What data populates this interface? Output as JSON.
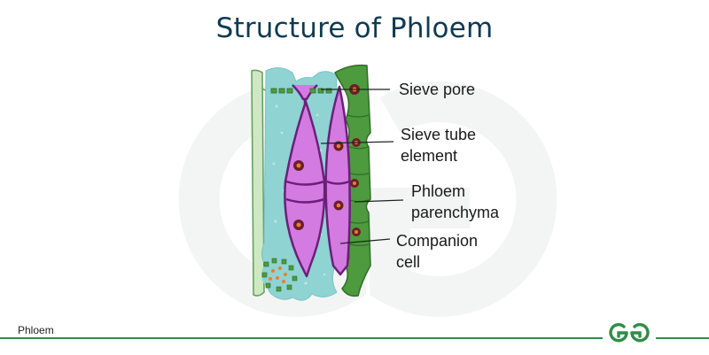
{
  "title": "Structure of Phloem",
  "labels": {
    "sieve_pore": "Sieve pore",
    "sieve_tube_line1": "Sieve tube",
    "sieve_tube_line2": "element",
    "phloem_par_line1": "Phloem",
    "phloem_par_line2": "parenchyma",
    "companion_line1": "Companion",
    "companion_line2": "cell"
  },
  "footer": {
    "caption": "Phloem"
  },
  "colors": {
    "title": "#0f3a52",
    "brand_green": "#2f8d46",
    "sieve_tube_magenta": "#d37be0",
    "sieve_outline": "#6b1f7a",
    "parenchyma_teal": "#8fd3d3",
    "companion_green": "#4e9a3e",
    "fiber_light_green": "#cfe8c4"
  },
  "icons": {
    "logo": "geeksforgeeks-logo-icon"
  }
}
